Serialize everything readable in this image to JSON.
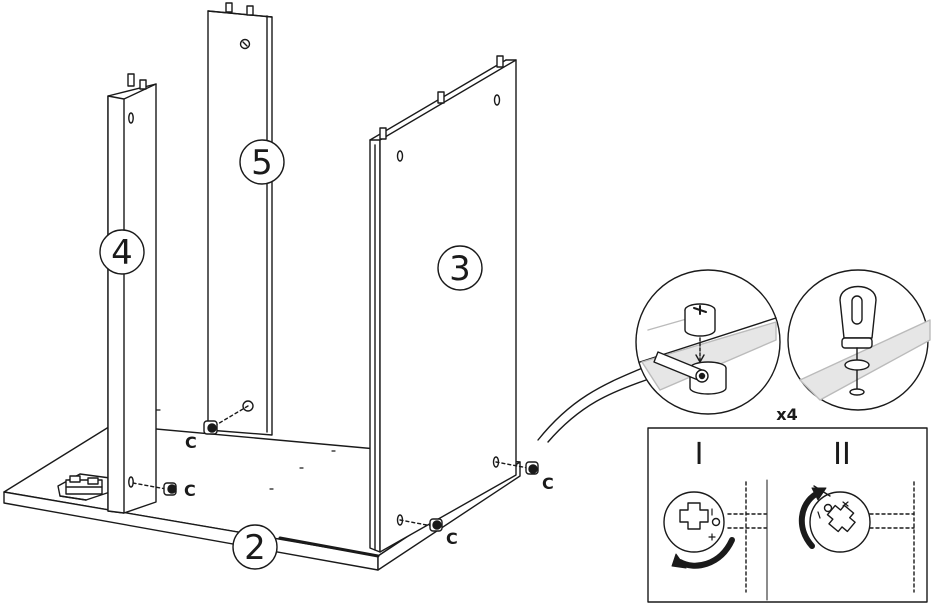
{
  "labels": {
    "part_2": "2",
    "part_3": "3",
    "part_4": "4",
    "part_5": "5",
    "connector_c1": "C",
    "connector_c2": "C",
    "connector_c3": "C",
    "connector_c4": "C",
    "quantity": "x4",
    "step_one": "I",
    "step_two": "II"
  },
  "icons": {
    "cam_lock_detail": "cam-lock-insert-icon",
    "screwdriver_detail": "screwdriver-icon",
    "rotate_counterclockwise": "rotate-arrow-icon",
    "rotate_clockwise": "rotate-arrow-icon"
  }
}
